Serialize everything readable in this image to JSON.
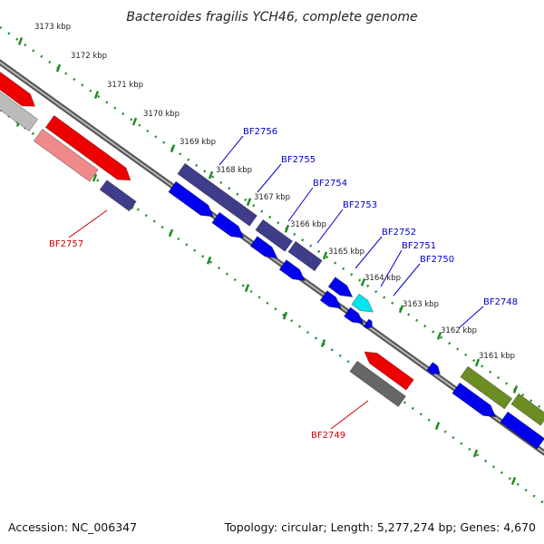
{
  "title": "Bacteroides fragilis YCH46, complete genome",
  "footer": {
    "accession": "Accession: NC_006347",
    "summary": "Topology: circular; Length: 5,277,274 bp; Genes: 4,670"
  },
  "ticks": [
    "3173 kbp",
    "3172 kbp",
    "3171 kbp",
    "3170 kbp",
    "3169 kbp",
    "3168 kbp",
    "3167 kbp",
    "3166 kbp",
    "3165 kbp",
    "3164 kbp",
    "3163 kbp",
    "3162 kbp",
    "3161 kbp"
  ],
  "genes_labeled": [
    {
      "name": "BF2756",
      "strand": "forward"
    },
    {
      "name": "BF2755",
      "strand": "forward"
    },
    {
      "name": "BF2754",
      "strand": "forward"
    },
    {
      "name": "BF2753",
      "strand": "forward"
    },
    {
      "name": "BF2752",
      "strand": "forward"
    },
    {
      "name": "BF2751",
      "strand": "forward"
    },
    {
      "name": "BF2750",
      "strand": "forward"
    },
    {
      "name": "BF2748",
      "strand": "forward"
    },
    {
      "name": "BF2757",
      "strand": "reverse"
    },
    {
      "name": "BF2749",
      "strand": "reverse"
    }
  ],
  "colors": {
    "forward_label": "#0000cc",
    "reverse_label": "#cc0000",
    "forward_gene": "#0000ee",
    "forward_gene_alt": "#3f3d8a",
    "reverse_gene": "#ee0000",
    "reverse_gene_light": "#f08a8a",
    "grey_gene": "#666666",
    "light_grey_gene": "#bbbbbb",
    "cyan_gene": "#00e5ee",
    "olive_gene": "#6b8e23",
    "backbone": "#7a7a7a",
    "ticks": "#228b22"
  }
}
